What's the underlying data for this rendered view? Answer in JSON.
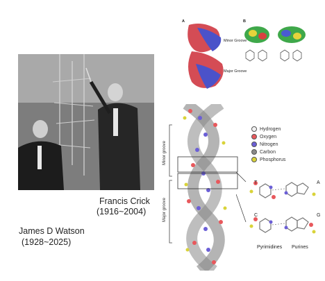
{
  "people": {
    "crick_name": "Francis Crick",
    "crick_years": "(1916~2004)",
    "watson_name": "James D Watson",
    "watson_years": "(1928~2025)"
  },
  "panels": {
    "a_label": "A",
    "b_label": "B",
    "minor_groove": "Minor Groove",
    "major_groove": "Major Groove"
  },
  "helix": {
    "minor_groove": "Minor groove",
    "major_groove": "Major groove"
  },
  "legend": {
    "items": [
      {
        "label": "Hydrogen",
        "color": "#f2f2f2"
      },
      {
        "label": "Oxygen",
        "color": "#e8585c"
      },
      {
        "label": "Nitrogen",
        "color": "#6b5fd6"
      },
      {
        "label": "Carbon",
        "color": "#8a8a8a"
      },
      {
        "label": "Phosphorus",
        "color": "#d9d339"
      }
    ]
  },
  "base_pairs": {
    "top_left": "T",
    "top_right": "A",
    "bottom_left": "C",
    "bottom_right": "G",
    "pyrimidines": "Pyrimidines",
    "purines": "Purines"
  }
}
